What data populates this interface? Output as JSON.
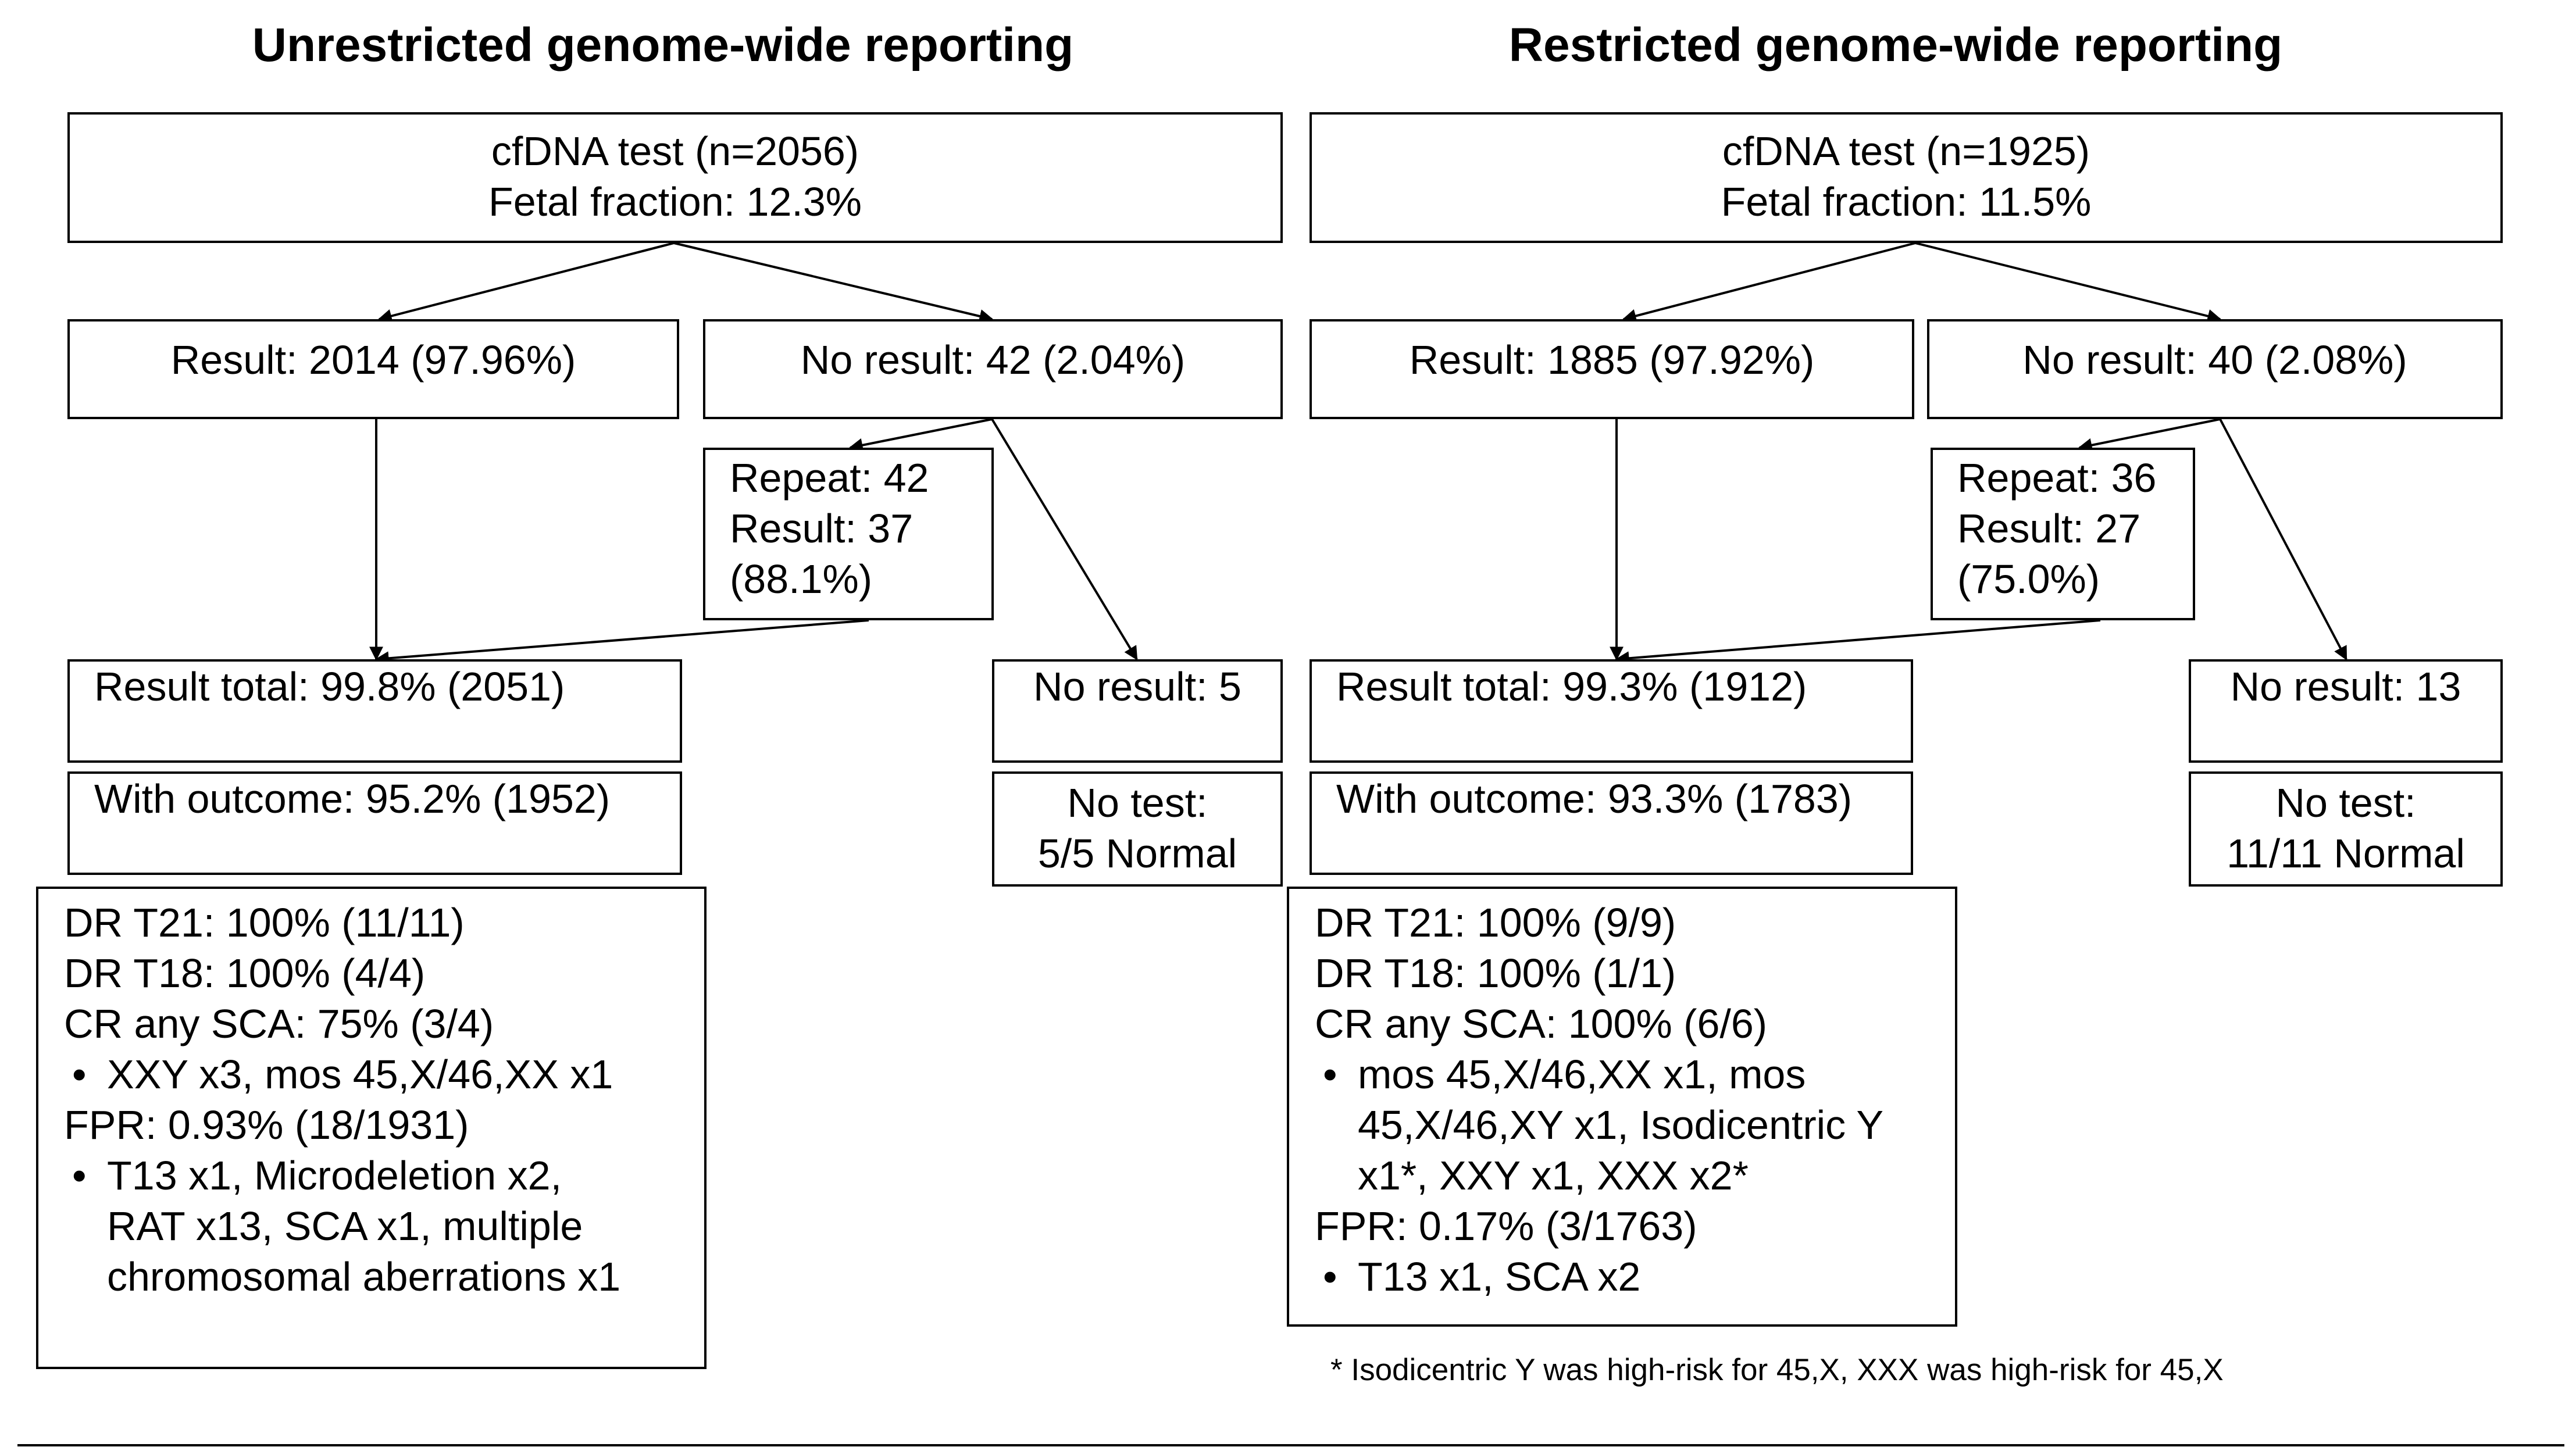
{
  "left": {
    "title": "Unrestricted genome-wide reporting",
    "top": {
      "line1": "cfDNA test (n=2056)",
      "line2": "Fetal fraction: 12.3%"
    },
    "result": "Result:  2014 (97.96%)",
    "no_result": "No result:  42 (2.04%)",
    "repeat": {
      "line1": "Repeat: 42",
      "line2": "Result:   37",
      "line3": "(88.1%)"
    },
    "result_total": "Result  total:  99.8% (2051)",
    "with_outcome": "With outcome:  95.2% (1952)",
    "no_result_final": "No result:  5",
    "no_test": {
      "line1": "No test:",
      "line2": "5/5 Normal"
    },
    "stats": {
      "line1": "DR T21:  100% (11/11)",
      "line2": "DR T18:  100%  (4/4)",
      "line3": "CR any  SCA: 75% (3/4)",
      "bullet1": "XXY x3, mos 45,X/46,XX x1",
      "line4": "FPR:         0.93% (18/1931)",
      "bullet2_l1": "T13 x1, Microdeletion x2,",
      "bullet2_l2": "RAT x13, SCA x1, multiple",
      "bullet2_l3": "chromosomal aberrations x1"
    }
  },
  "right": {
    "title": "Restricted genome-wide reporting",
    "top": {
      "line1": "cfDNA test (n=1925)",
      "line2": "Fetal fraction: 11.5%"
    },
    "result": "Result:  1885 (97.92%)",
    "no_result": "No result:  40 (2.08%)",
    "repeat": {
      "line1": "Repeat: 36",
      "line2": "Result:   27",
      "line3": "(75.0%)"
    },
    "result_total": "Result  total:  99.3% (1912)",
    "with_outcome": "With outcome:  93.3% (1783)",
    "no_result_final": "No result:  13",
    "no_test": {
      "line1": "No test:",
      "line2": "11/11 Normal"
    },
    "stats": {
      "line1": "DR T21:  100% (9/9)",
      "line2": "DR T18:  100%  (1/1)",
      "line3": "CR any  SCA: 100% (6/6)",
      "bullet1_l1": "mos  45,X/46,XX x1, mos",
      "bullet1_l2": "45,X/46,XY x1, Isodicentric Y",
      "bullet1_l3": "x1*,  XXY x1,  XXX x2*",
      "line4": "FPR:         0.17% (3/1763)",
      "bullet2": "T13 x1,  SCA x2"
    }
  },
  "footnote": "* Isodicentric Y was high-risk for 45,X, XXX  was high-risk for 45,X"
}
